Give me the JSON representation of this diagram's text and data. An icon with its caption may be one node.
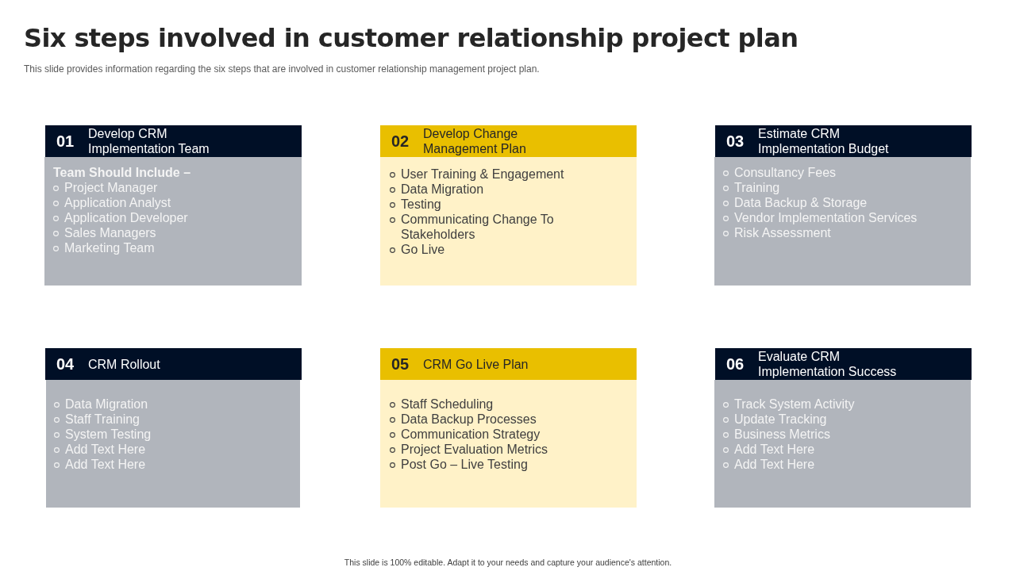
{
  "diagram": {
    "title": "Six steps involved in customer relationship project plan",
    "nodes": [
      {
        "text": [
          "01",
          "Develop CRM Implementation Team"
        ]
      },
      {
        "text": [
          "Team Should Include –",
          "Project Manager",
          "Application Analyst",
          "Application Developer",
          "Sales Managers",
          "Marketing Team"
        ]
      },
      {
        "text": [
          "02",
          "Develop Change Management Plan"
        ]
      },
      {
        "text": [
          "User Training & Engagement",
          "Data Migration",
          "Testing",
          "Communicating Change To Stakeholders",
          "Go Live"
        ]
      },
      {
        "text": [
          "03",
          "Estimate CRM Implementation Budget"
        ]
      },
      {
        "text": [
          "Consultancy Fees",
          "Training",
          "Data Backup & Storage",
          "Vendor Implementation Services",
          "Risk Assessment"
        ]
      },
      {
        "text": [
          "04",
          "CRM Rollout"
        ]
      },
      {
        "text": [
          "Data Migration",
          "Staff Training",
          "System Testing",
          "Add Text Here",
          "Add Text Here"
        ]
      },
      {
        "text": [
          "05",
          "CRM Go Live Plan"
        ]
      },
      {
        "text": [
          "Staff Scheduling",
          "Data Backup Processes",
          "Communication Strategy",
          "Project Evaluation Metrics",
          "Post Go – Live Testing"
        ]
      },
      {
        "text": [
          "06",
          "Evaluate CRM Implementation Success"
        ]
      },
      {
        "text": [
          "Track System Activity",
          "Update Tracking",
          "Business Metrics",
          "Add Text Here",
          "Add Text Here"
        ]
      }
    ],
    "labels": [
      "This slide provides information regarding the six steps that are involved in customer relationship management project plan.",
      "This slide is 100% editable. Adapt it to your needs and capture your audience's attention."
    ]
  }
}
